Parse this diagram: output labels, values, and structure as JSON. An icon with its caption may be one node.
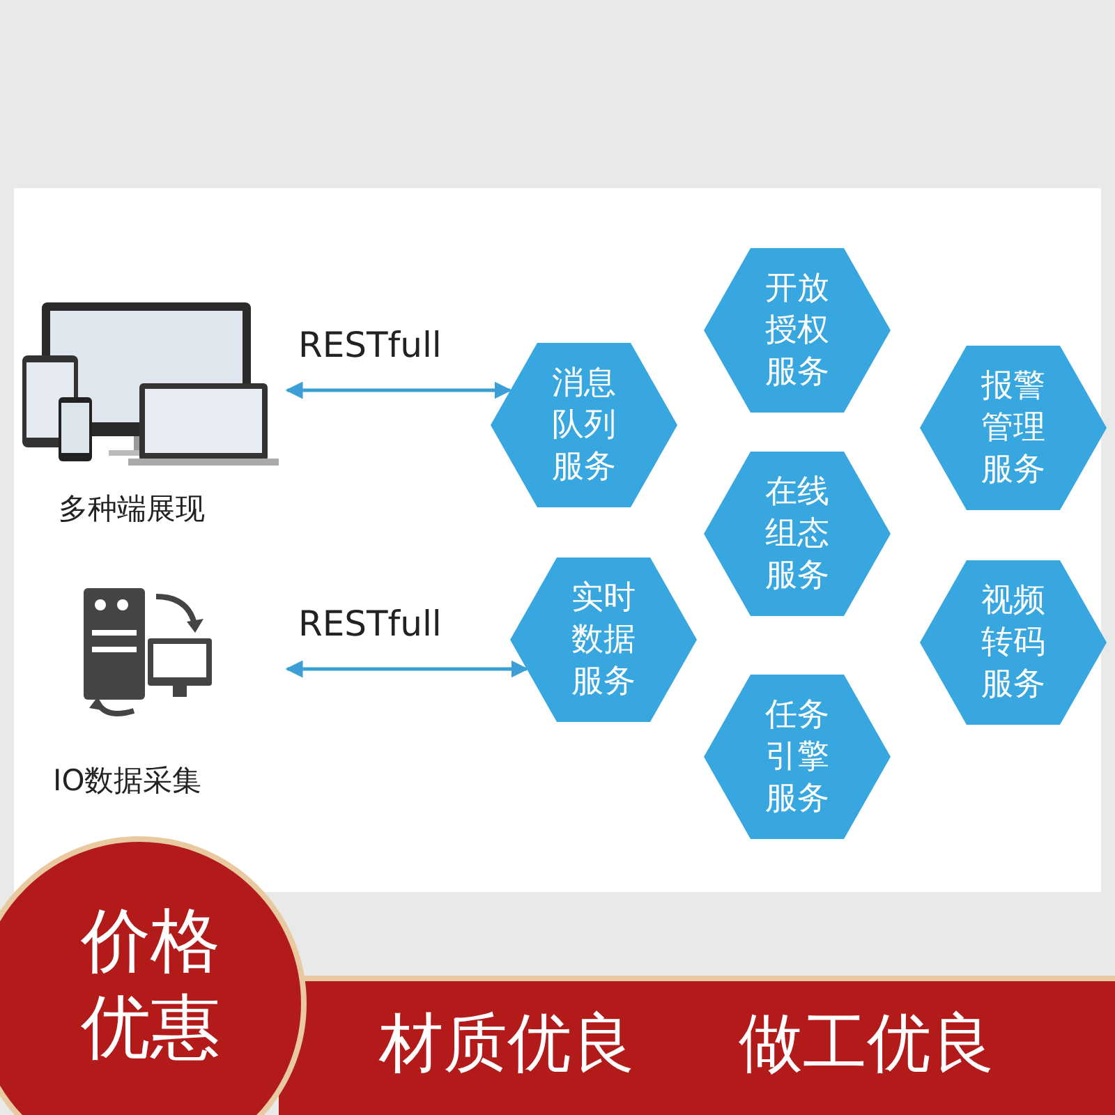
{
  "diagram": {
    "nodes": [
      {
        "text": [
          "多种端展现"
        ]
      },
      {
        "text": [
          "IO数据采集"
        ]
      },
      {
        "text": [
          "消息队列服务"
        ]
      },
      {
        "text": [
          "开放授权服务"
        ]
      },
      {
        "text": [
          "报警管理服务"
        ]
      },
      {
        "text": [
          "在线组态服务"
        ]
      },
      {
        "text": [
          "实时数据服务"
        ]
      },
      {
        "text": [
          "视频转码服务"
        ]
      },
      {
        "text": [
          "任务引擎服务"
        ]
      }
    ],
    "edges": [
      {
        "from": 0,
        "to": 2,
        "arrow": "both",
        "label": "RESTfull"
      },
      {
        "from": 1,
        "to": 6,
        "arrow": "both",
        "label": "RESTfull"
      }
    ],
    "labels": [
      "价格优惠",
      "材质优良",
      "做工优良"
    ]
  }
}
